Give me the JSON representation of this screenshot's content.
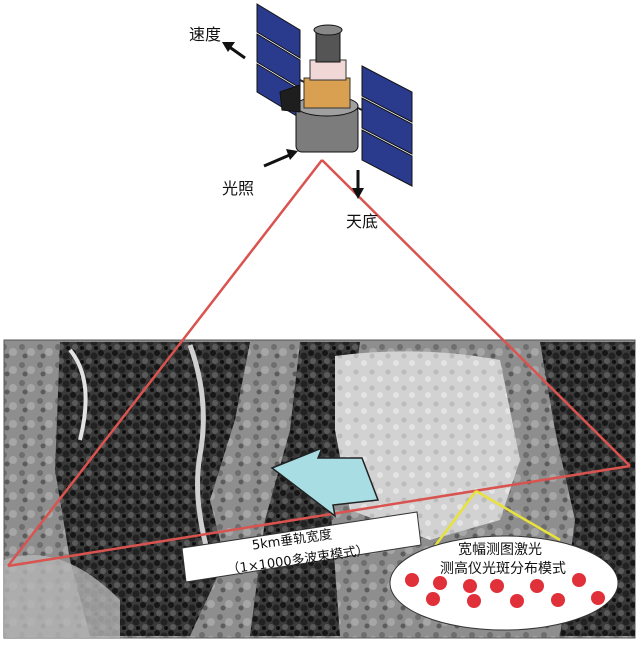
{
  "labels": {
    "velocity": "速度",
    "sunlight": "光照",
    "nadir": "天底"
  },
  "swath_box": {
    "line1": "5km垂轨宽度",
    "line2": "（1×1000多波束模式）"
  },
  "laser_box": {
    "line1": "宽幅测图激光",
    "line2": "测高仪光斑分布模式"
  },
  "colors": {
    "footprint_lines": "#d9534f",
    "laser_dots": "#e0303a",
    "yellow_pointer": "#e8e23a",
    "arrow_fill": "#a9dde4"
  }
}
